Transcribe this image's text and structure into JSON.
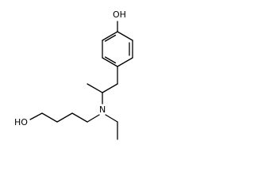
{
  "molecule": {
    "atoms": {
      "phenol_oxygen": "OH",
      "alcohol_oxygen": "HO",
      "nitrogen": "N"
    }
  },
  "colors": {
    "background": "#ffffff",
    "bond": "#000000",
    "label": "#000000"
  }
}
